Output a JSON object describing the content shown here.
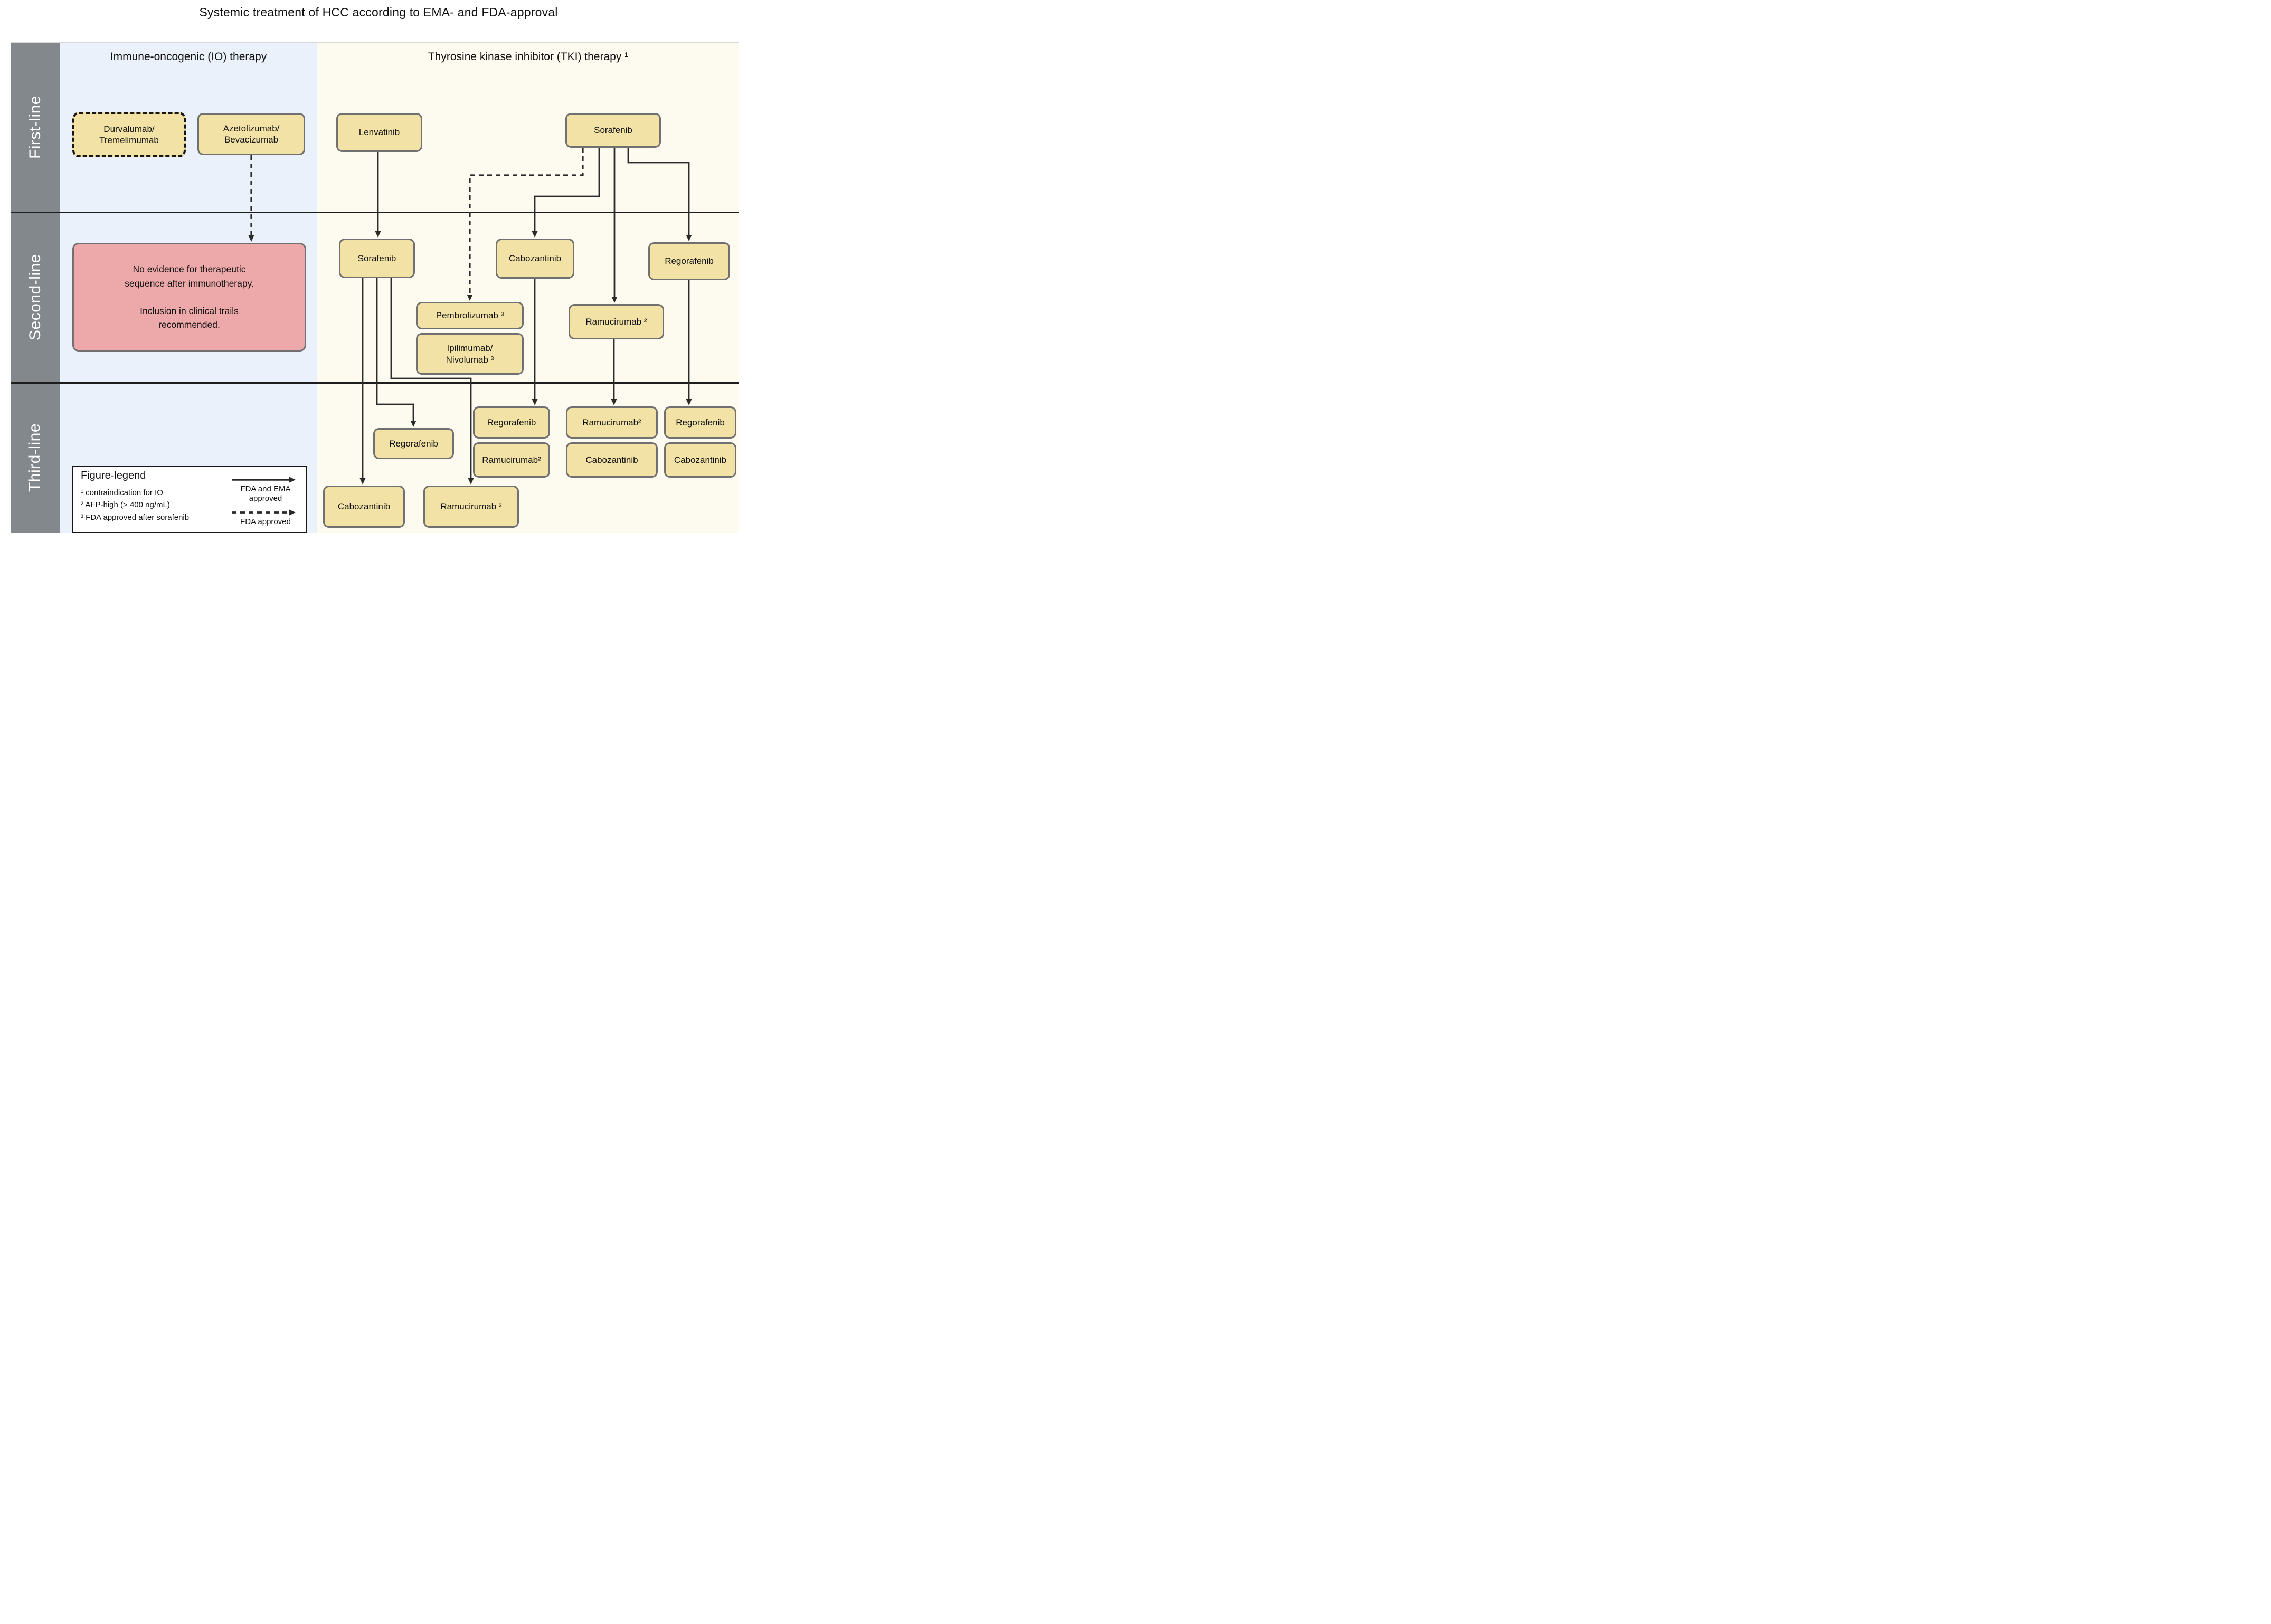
{
  "title": "Systemic treatment of HCC according to EMA- and FDA-approval",
  "columns": {
    "io": {
      "header": "Immune-oncogenic (IO) therapy"
    },
    "tki": {
      "header": "Thyrosine kinase inhibitor (TKI) therapy ¹"
    }
  },
  "rows": {
    "first": "First-line",
    "second": "Second-line",
    "third": "Third-line"
  },
  "nodes": {
    "durvalumab_tremelimumab": "Durvalumab/\nTremelimumab",
    "azetolizumab_bevacizumab": "Azetolizumab/\nBevacizumab",
    "lenvatinib": "Lenvatinib",
    "sorafenib_first": "Sorafenib",
    "sorafenib_second": "Sorafenib",
    "cabozantinib_second": "Cabozantinib",
    "regorafenib_second": "Regorafenib",
    "pembrolizumab": "Pembrolizumab ³",
    "ipilimumab_nivolumab": "Ipilimumab/\nNivolumab ³",
    "ramucirumab_second": "Ramucirumab ²",
    "note": "No evidence for therapeutic\nsequence after immunotherapy.\n\nInclusion in clinical trails\nrecommended.",
    "regorafenib_third_mid": "Regorafenib",
    "cabozantinib_third_left": "Cabozantinib",
    "ramucirumab_third_mid": "Ramucirumab ²",
    "regorafenib_third_a": "Regorafenib",
    "ramucirumab_third_a": "Ramucirumab²",
    "ramucirumab_third_b": "Ramucirumab²",
    "cabozantinib_third_b": "Cabozantinib",
    "regorafenib_third_c": "Regorafenib",
    "cabozantinib_third_c": "Cabozantinib"
  },
  "legend": {
    "title": "Figure-legend",
    "item1": "¹ contraindication for IO",
    "item2": "² AFP-high (> 400 ng/mL)",
    "item3": "³ FDA approved after sorafenib",
    "solid_arrow_label": "FDA and EMA approved",
    "dashed_arrow_label": "FDA approved"
  },
  "colors": {
    "sidebar": "#82888c",
    "io_bg": "#eaf1fb",
    "tki_bg": "#fdfaf0",
    "node_fill": "#f2e2a6",
    "node_border": "#707070",
    "note_fill": "#eda9a9",
    "line": "#2a2a2a",
    "divider": "#1d1d1d"
  }
}
